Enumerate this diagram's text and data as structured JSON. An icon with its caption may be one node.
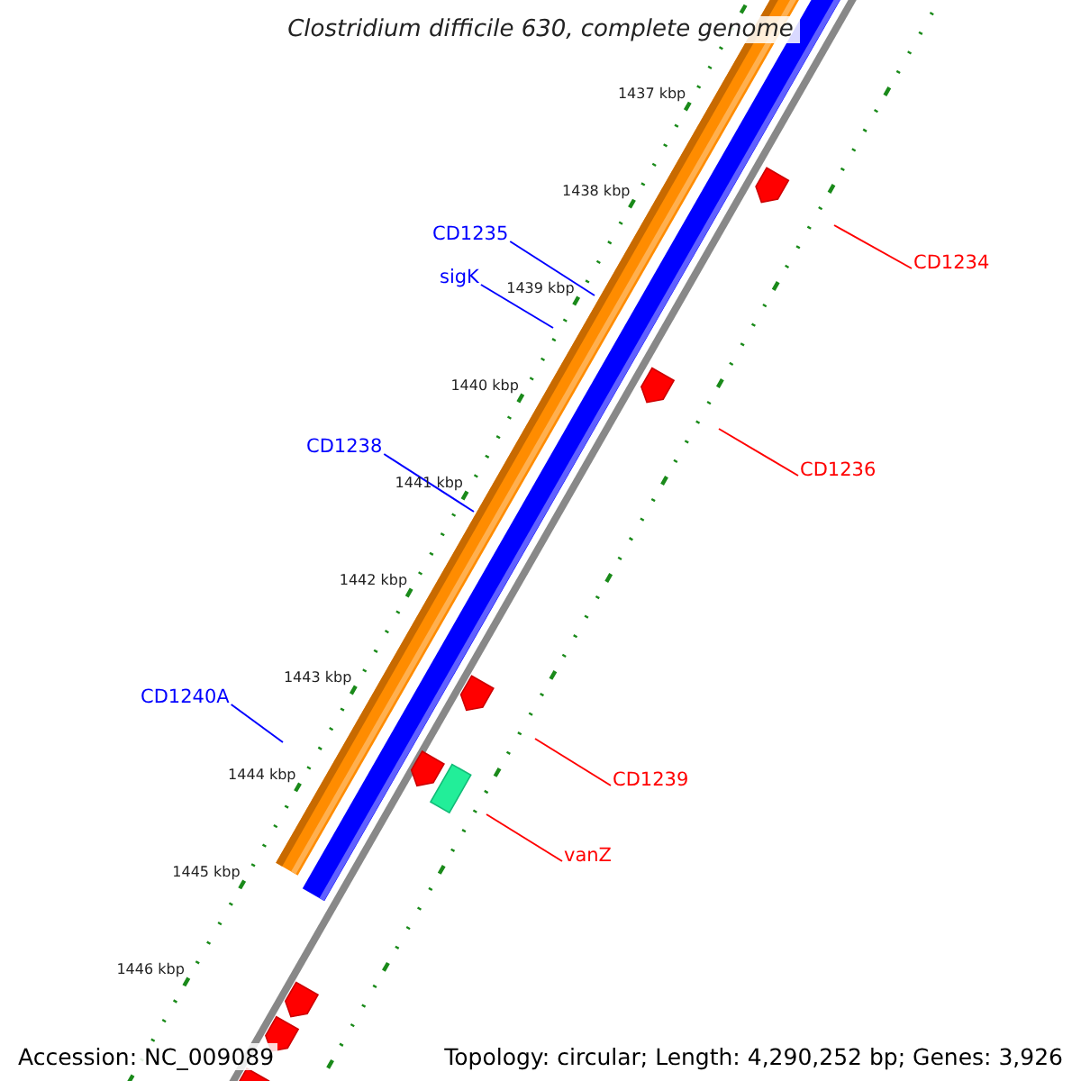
{
  "diagram": {
    "title": "Clostridium difficile 630, complete genome",
    "nodes": [
      {
        "text": [
          "CD1235"
        ]
      },
      {
        "text": [
          "sigK"
        ]
      },
      {
        "text": [
          "CD1238"
        ]
      },
      {
        "text": [
          "CD1240A"
        ]
      },
      {
        "text": [
          "CD1234"
        ]
      },
      {
        "text": [
          "CD1236"
        ]
      },
      {
        "text": [
          "CD1239"
        ]
      },
      {
        "text": [
          "vanZ"
        ]
      }
    ],
    "edges": [
      {
        "from": 0,
        "to": null,
        "arrow": "none"
      },
      {
        "from": 1,
        "to": null,
        "arrow": "none"
      },
      {
        "from": 2,
        "to": null,
        "arrow": "none"
      },
      {
        "from": 3,
        "to": null,
        "arrow": "none"
      },
      {
        "from": 4,
        "to": null,
        "arrow": "none",
        "color": "#ff0000"
      },
      {
        "from": 5,
        "to": null,
        "arrow": "none",
        "color": "#ff0000"
      },
      {
        "from": 6,
        "to": null,
        "arrow": "none",
        "color": "#ff0000"
      },
      {
        "from": 7,
        "to": null,
        "arrow": "none",
        "color": "#ff0000"
      }
    ],
    "labels": [
      "1437 kbp",
      "1438 kbp",
      "1439 kbp",
      "1440 kbp",
      "1441 kbp",
      "1442 kbp",
      "1443 kbp",
      "1444 kbp",
      "1445 kbp",
      "1446 kbp",
      "Accession: NC_009089",
      "Topology: circular; Length: 4,290,252 bp; Genes: 3,926"
    ]
  }
}
